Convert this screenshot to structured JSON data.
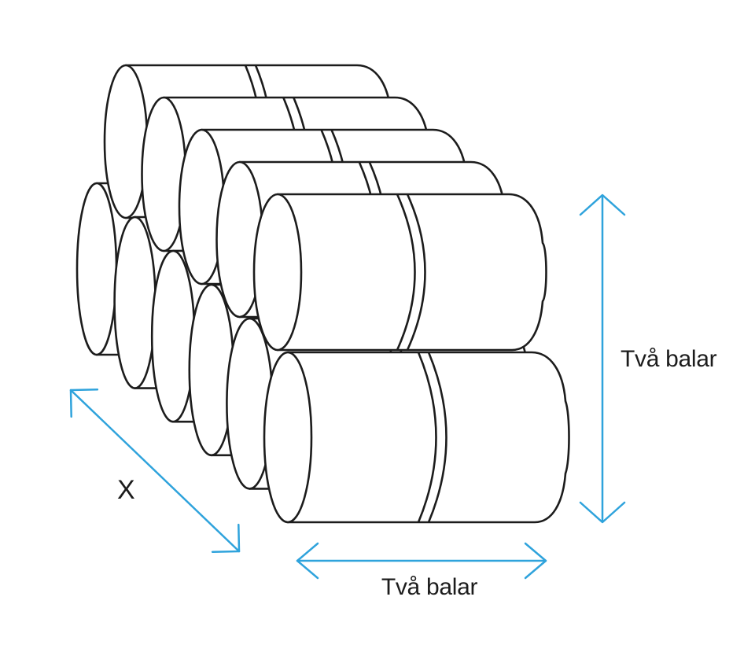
{
  "figure": {
    "description": "Stack of wrapped round bales shown in perspective, two bales high and two bales long, with unknown depth X",
    "stack": {
      "rows_high": 2,
      "bales_per_cylinder": 2,
      "top_row_cylinder_pairs": 5,
      "bottom_row_cylinder_pairs": 6
    }
  },
  "labels": {
    "height_label": "Två balar",
    "length_label": "Två balar",
    "depth_label": "X"
  },
  "colors": {
    "background": "#ffffff",
    "outline": "#1c1c1c",
    "arrow": "#2fa3dc",
    "text": "#1c1c1c"
  }
}
